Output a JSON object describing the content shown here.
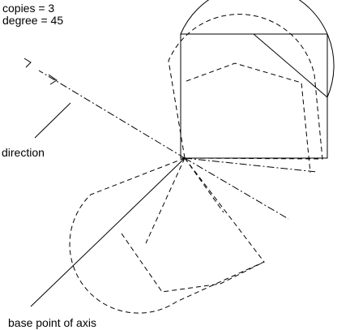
{
  "labels": {
    "copies": "copies = 3",
    "degree": "degree = 45",
    "direction": "direction",
    "base_point": "base point of axis"
  },
  "colors": {
    "background": "#ffffff",
    "ink": "#000000"
  }
}
